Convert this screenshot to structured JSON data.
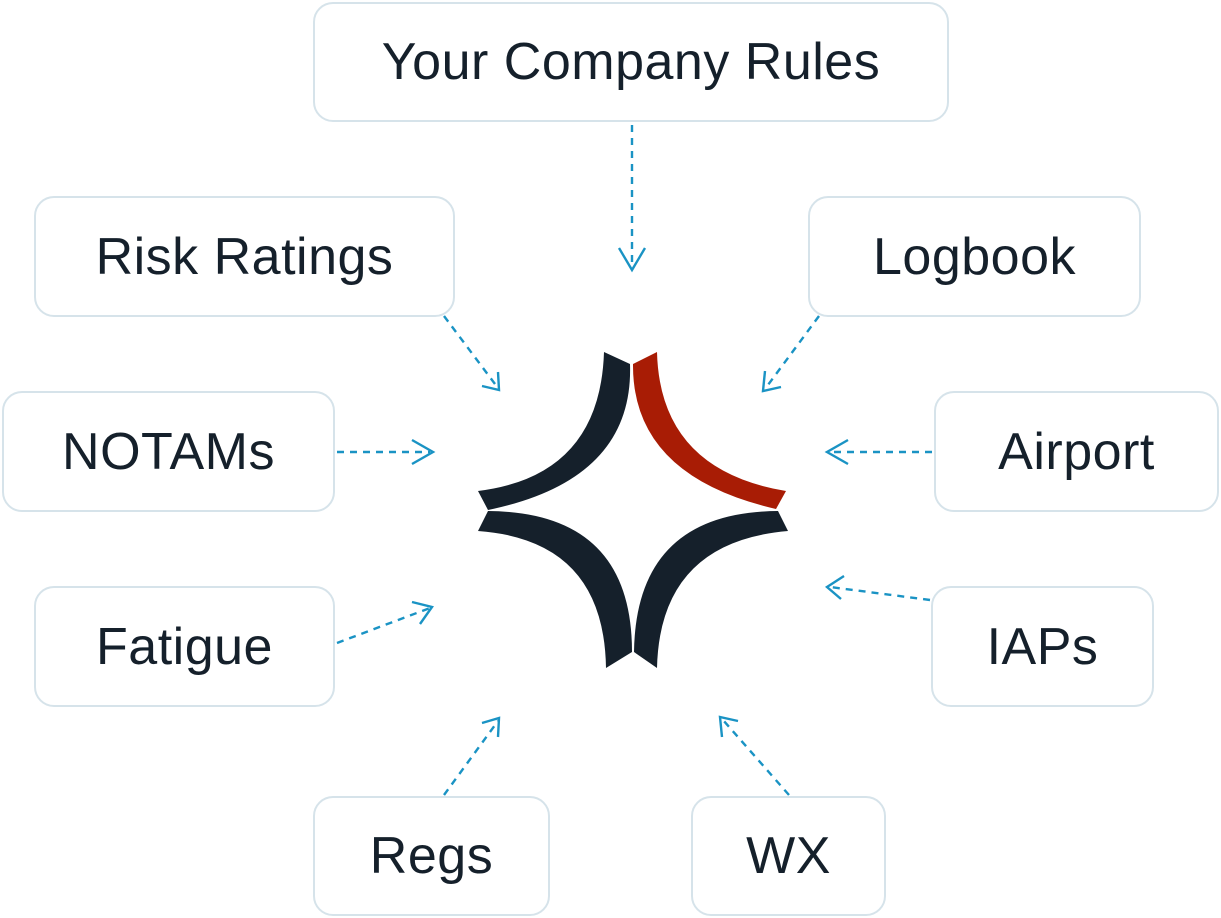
{
  "colors": {
    "accent": "#1a93c4",
    "logo_dark": "#15202b",
    "logo_red": "#a81c05",
    "node_border": "#d6e3ea",
    "text": "#15202b"
  },
  "nodes": {
    "company_rules": "Your Company Rules",
    "risk_ratings": "Risk Ratings",
    "logbook": "Logbook",
    "notams": "NOTAMs",
    "airport": "Airport",
    "fatigue": "Fatigue",
    "iaps": "IAPs",
    "regs": "Regs",
    "wx": "WX"
  },
  "center_logo": {
    "icon": "four-point-star-logo-icon"
  }
}
